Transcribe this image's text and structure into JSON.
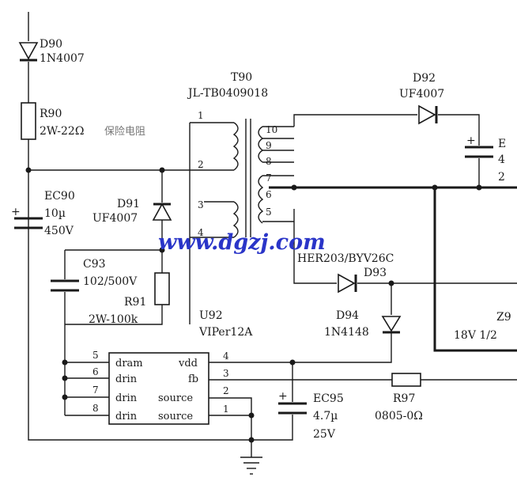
{
  "d90": {
    "ref": "D90",
    "value": "1N4007"
  },
  "r90": {
    "ref": "R90",
    "value": "2W-22Ω",
    "note": "保险电阻"
  },
  "ec90": {
    "ref": "EC90",
    "value1": "10µ",
    "value2": "450V"
  },
  "d91": {
    "ref": "D91",
    "value": "UF4007"
  },
  "t90": {
    "ref": "T90",
    "value": "JL-TB0409018",
    "pins": [
      "1",
      "2",
      "3",
      "4",
      "10",
      "9",
      "8",
      "7",
      "6",
      "5"
    ]
  },
  "d92": {
    "ref": "D92",
    "value": "UF4007"
  },
  "ec_right": {
    "ref": "E",
    "value1": "4",
    "value2": "2"
  },
  "watermark": "www.dgzj.com",
  "d93": {
    "ref": "D93",
    "value": "HER203/BYV26C"
  },
  "c93": {
    "ref": "C93",
    "value": "102/500V"
  },
  "r91": {
    "ref": "R91",
    "value": "2W-100k"
  },
  "u92": {
    "ref": "U92",
    "value": "VIPer12A",
    "left_pins": [
      {
        "num": "5",
        "name": "dram"
      },
      {
        "num": "6",
        "name": "drin"
      },
      {
        "num": "7",
        "name": "drin"
      },
      {
        "num": "8",
        "name": "drin"
      }
    ],
    "right_pins": [
      {
        "num": "4",
        "name": "vdd"
      },
      {
        "num": "3",
        "name": "fb"
      },
      {
        "num": "2",
        "name": "source"
      },
      {
        "num": "1",
        "name": "source"
      }
    ]
  },
  "d94": {
    "ref": "D94",
    "value": "1N4148"
  },
  "ec95": {
    "ref": "EC95",
    "value1": "4.7µ",
    "value2": "25V"
  },
  "r97": {
    "ref": "R97",
    "value": "0805-0Ω"
  },
  "zener": {
    "ref": "Z9",
    "value": "18V 1/2"
  }
}
